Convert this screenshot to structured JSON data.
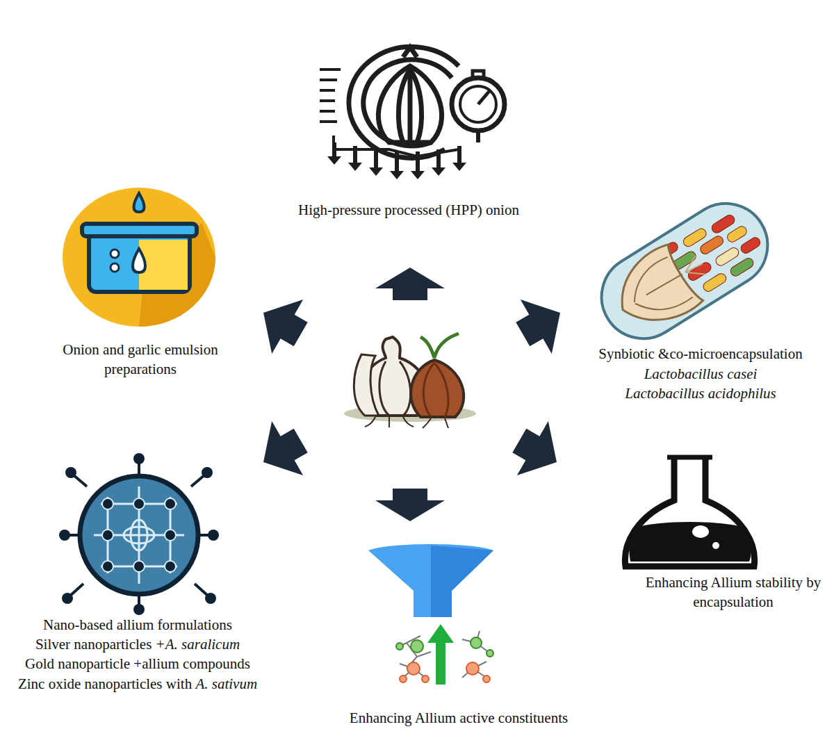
{
  "diagram": {
    "labels": [
      "High-pressure processed (HPP) onion",
      "Onion and garlic emulsion preparations",
      "Synbiotic &co-microencapsulation",
      "Lactobacillus casei",
      "Lactobacillus acidophilus",
      "Nano-based allium formulations",
      "Silver nanoparticles +A. saralicum",
      "Gold nanoparticle +allium compounds",
      "Zinc oxide nanoparticles with A. sativum",
      "Enhancing Allium stability by encapsulation",
      "Enhancing Allium active constituents"
    ]
  }
}
